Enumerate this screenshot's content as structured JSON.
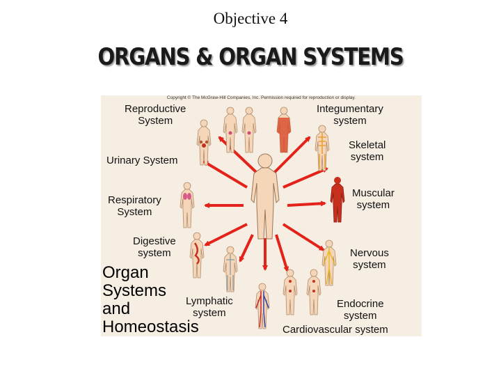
{
  "slide": {
    "subtitle": "Objective 4",
    "title": "ORGANS & ORGAN SYSTEMS"
  },
  "figure": {
    "copyright": "Copyright © The McGraw-Hill Companies, Inc. Permission required for reproduction or display.",
    "heading": "Organ\nSystems\nand\nHomeostasis",
    "labels": {
      "reproductive": "Reproductive\nSystem",
      "integumentary": "Integumentary\nsystem",
      "urinary": "Urinary System",
      "skeletal": "Skeletal\nsystem",
      "respiratory": "Respiratory\nSystem",
      "muscular": "Muscular\nsystem",
      "digestive": "Digestive\nsystem",
      "nervous": "Nervous\nsystem",
      "lymphatic": "Lymphatic\nsystem",
      "endocrine": "Endocrine\nsystem",
      "cardiovascular": "Cardiovascular system"
    },
    "colors": {
      "skin": "#f5d6b8",
      "outline": "#b08a6a",
      "arrow": "#e32219",
      "muscle": "#c8301e",
      "nerve": "#e8b820",
      "skeleton": "#e8a23a",
      "blood_red": "#c41e1e",
      "blood_blue": "#2a3aa8"
    }
  }
}
